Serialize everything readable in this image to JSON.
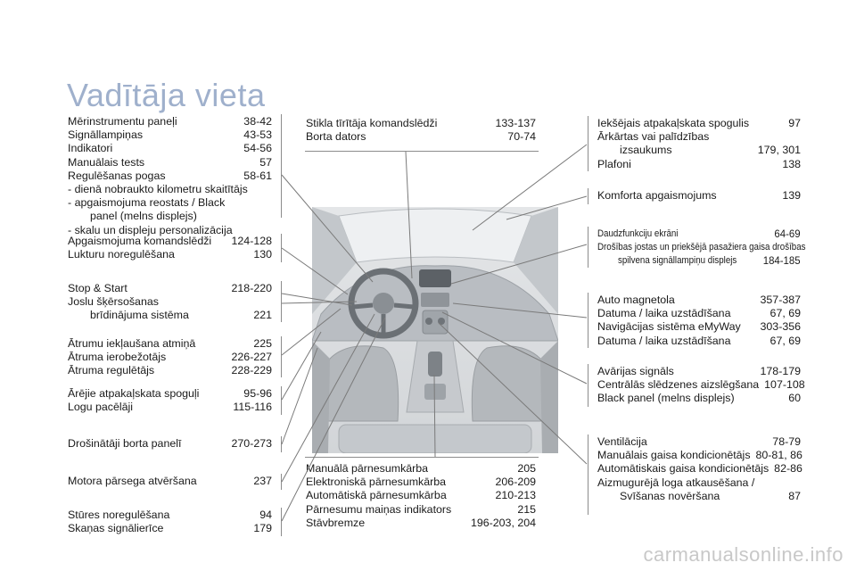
{
  "title": "Vadītāja vieta",
  "watermark": "carmanualsonline.info",
  "illustration": {
    "icon": "car-interior-dashboard-illustration"
  },
  "left": {
    "g1": [
      {
        "label": "Mērinstrumentu paneļi",
        "pages": "38-42"
      },
      {
        "label": "Signāllampiņas",
        "pages": "43-53"
      },
      {
        "label": "Indikatori",
        "pages": "54-56"
      },
      {
        "label": "Manuālais tests",
        "pages": "57"
      },
      {
        "label": "Regulēšanas pogas",
        "pages": "58-61"
      },
      {
        "label": "-   dienā nobraukto kilometru skaitītājs",
        "pages": ""
      },
      {
        "label": "-   apgaismojuma reostats / Black",
        "pages": ""
      },
      {
        "label": "panel (melns displejs)",
        "pages": "",
        "indent": true
      },
      {
        "label": "-   skalu un displeju personalizācija",
        "pages": ""
      }
    ],
    "g2": [
      {
        "label": "Apgaismojuma komandslēdži",
        "pages": "124-128"
      },
      {
        "label": "Lukturu noregulēšana",
        "pages": "130"
      }
    ],
    "g3": [
      {
        "label": "Stop & Start",
        "pages": "218-220"
      },
      {
        "label": "Joslu šķērsošanas",
        "pages": ""
      },
      {
        "label": "brīdinājuma sistēma",
        "pages": "221",
        "indent": true
      }
    ],
    "g4": [
      {
        "label": "Ātrumu iekļaušana atmiņā",
        "pages": "225"
      },
      {
        "label": "Ātruma ierobežotājs",
        "pages": "226-227"
      },
      {
        "label": "Ātruma regulētājs",
        "pages": "228-229"
      }
    ],
    "g5": [
      {
        "label": "Ārējie atpakaļskata spoguļi",
        "pages": "95-96"
      },
      {
        "label": "Logu pacēlāji",
        "pages": "115-116"
      }
    ],
    "g6": [
      {
        "label": "Drošinātāji borta panelī",
        "pages": "270-273"
      }
    ],
    "g7": [
      {
        "label": "Motora pārsega atvēršana",
        "pages": "237"
      }
    ],
    "g8": [
      {
        "label": "Stūres noregulēšana",
        "pages": "94"
      },
      {
        "label": "Skaņas signālierīce",
        "pages": "179"
      }
    ]
  },
  "center": {
    "top": [
      {
        "label": "Stikla tīrītāja komandslēdži",
        "pages": "133-137"
      },
      {
        "label": "Borta dators",
        "pages": "70-74"
      }
    ],
    "bottom": [
      {
        "label": "Manuālā pārnesumkārba",
        "pages": "205"
      },
      {
        "label": "Elektroniskā pārnesumkārba",
        "pages": "206-209"
      },
      {
        "label": "Automātiskā pārnesumkārba",
        "pages": "210-213"
      },
      {
        "label": "Pārnesumu maiņas indikators",
        "pages": "215"
      },
      {
        "label": "Stāvbremze",
        "pages": "196-203, 204"
      }
    ]
  },
  "right": {
    "g1": [
      {
        "label": "Iekšējais atpakaļskata spogulis",
        "pages": "97"
      },
      {
        "label": "Ārkārtas vai palīdzības",
        "pages": ""
      },
      {
        "label": "izsaukums",
        "pages": "179, 301",
        "indent": true
      },
      {
        "label": "Plafoni",
        "pages": "138"
      }
    ],
    "g2": [
      {
        "label": "Komforta apgaismojums",
        "pages": "139"
      }
    ],
    "g3": [
      {
        "label": "Daudzfunkciju ekrāni",
        "pages": "64-69"
      },
      {
        "label": "Drošības jostas un priekšējā pasažiera gaisa drošības",
        "pages": ""
      },
      {
        "label": "spilvena signāllampiņu displejs",
        "pages": "184-185",
        "indent": true
      }
    ],
    "g4": [
      {
        "label": "Auto magnetola",
        "pages": "357-387"
      },
      {
        "label": "Datuma / laika uzstādīšana",
        "pages": "67, 69"
      },
      {
        "label": "Navigācijas sistēma eMyWay",
        "pages": "303-356"
      },
      {
        "label": "Datuma / laika uzstādīšana",
        "pages": "67, 69"
      }
    ],
    "g5": [
      {
        "label": "Avārijas signāls",
        "pages": "178-179"
      },
      {
        "label": "Centrālās slēdzenes aizslēgšana",
        "pages": "107-108"
      },
      {
        "label": "Black panel (melns displejs)",
        "pages": "60"
      }
    ],
    "g6": [
      {
        "label": "Ventilācija",
        "pages": "78-79"
      },
      {
        "label": "Manuālais gaisa kondicionētājs",
        "pages": "80-81, 86"
      },
      {
        "label": "Automātiskais gaisa kondicionētājs",
        "pages": "82-86"
      },
      {
        "label": "Aizmugurējā loga atkausēšana /",
        "pages": ""
      },
      {
        "label": "Svīšanas novēršana",
        "pages": "87",
        "indent": true
      }
    ]
  }
}
